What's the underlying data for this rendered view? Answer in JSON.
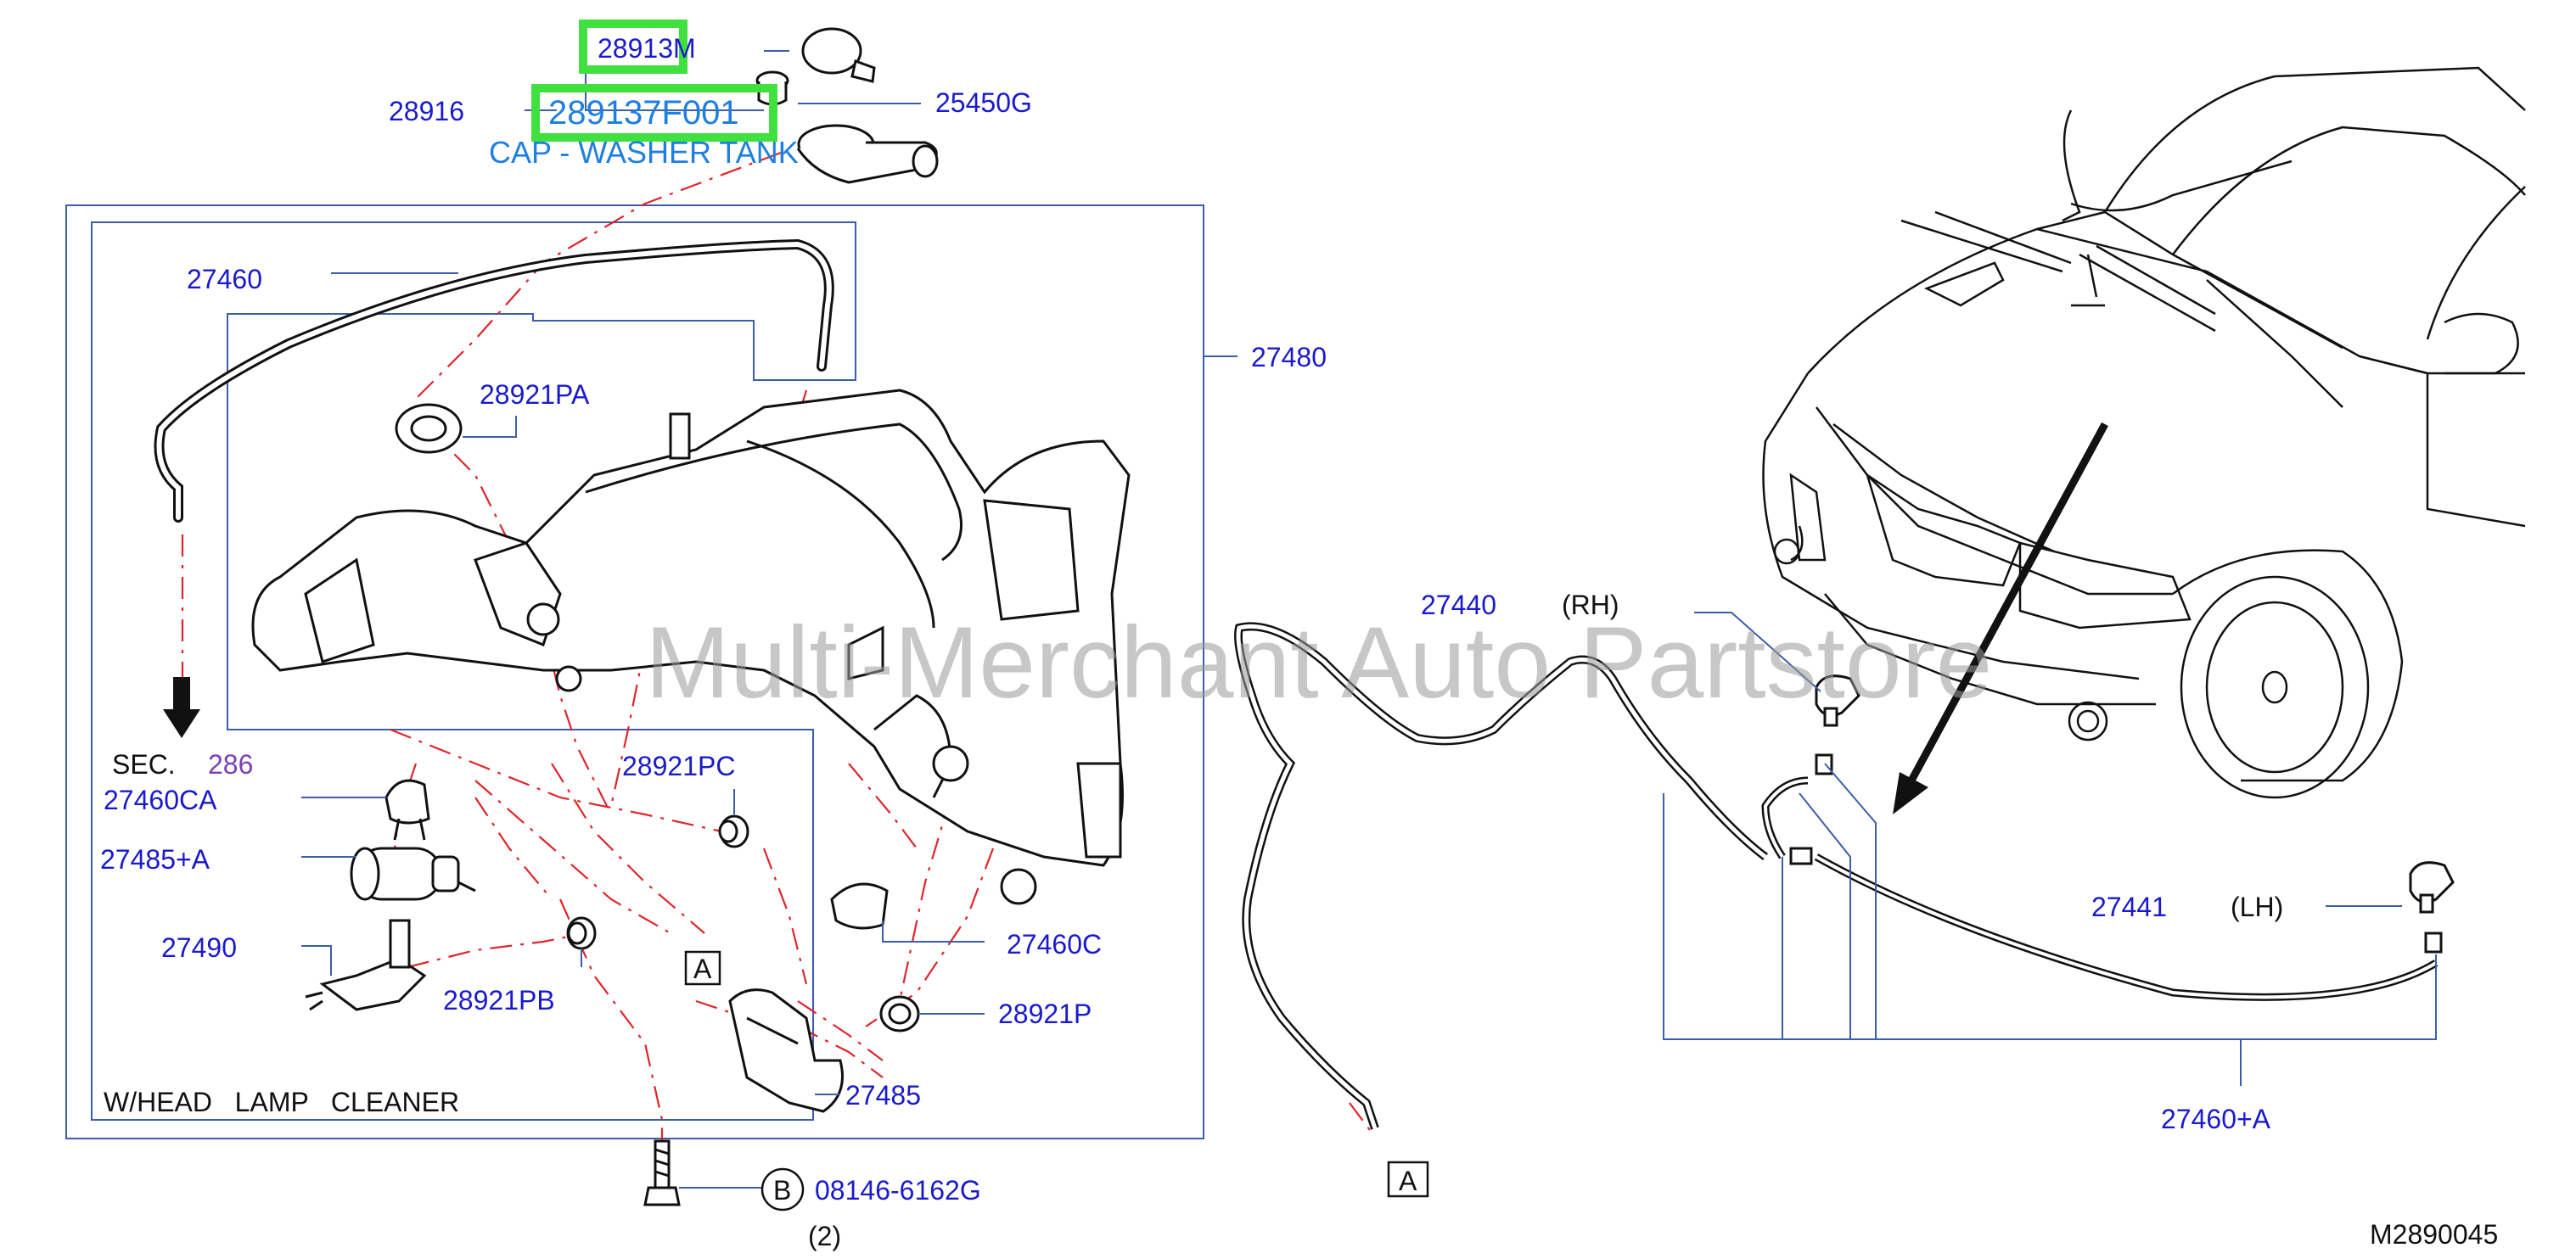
{
  "labels": {
    "p28913M": "28913M",
    "p28916": "28916",
    "p289137F001": "289137F001",
    "cap": "CAP - WASHER TANK",
    "p25450G": "25450G",
    "p27460": "27460",
    "p27480": "27480",
    "p28921PA": "28921PA",
    "sec": "SEC.",
    "sec_num": "286",
    "p27460CA": "27460CA",
    "p28921PC": "28921PC",
    "p27485A": "27485+A",
    "p27490": "27490",
    "p28921PB": "28921PB",
    "p27460C": "27460C",
    "p28921P": "28921P",
    "p27485": "27485",
    "head_lamp": "W/HEAD   LAMP   CLEANER",
    "box_a": "A",
    "box_b": "B",
    "p08146": "08146-6162G",
    "qty2": "(2)",
    "p27440": "27440",
    "rh": "(RH)",
    "p27441": "27441",
    "lh": "(LH)",
    "p27460A": "27460+A",
    "box_a2": "A",
    "diagram_code": "M2890045",
    "watermark": "Multi-Merchant Auto Partstore"
  },
  "colors": {
    "label_blue": "#1a1acc",
    "cap_blue": "#1e7fe0",
    "highlight_green": "#3fe03f",
    "leader_blue": "#3b5ea8",
    "dash_red": "#e0242a",
    "sec_purple": "#7b3fb5"
  }
}
